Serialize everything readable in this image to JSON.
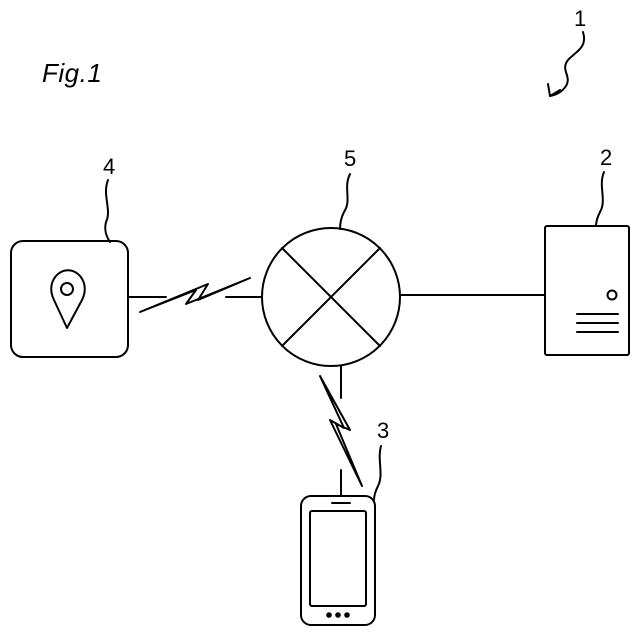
{
  "figure": {
    "title": "Fig.1"
  },
  "labels": {
    "system": "1",
    "server": "2",
    "mobile_terminal": "3",
    "location_device": "4",
    "network": "5"
  },
  "icons": {
    "location_device": "map-pin-icon",
    "network": "crossed-circle-icon",
    "server": "server-tower-icon",
    "mobile_terminal": "smartphone-icon",
    "wireless_link": "lightning-bolt-icon"
  },
  "colors": {
    "stroke": "#000000",
    "background": "#ffffff"
  }
}
